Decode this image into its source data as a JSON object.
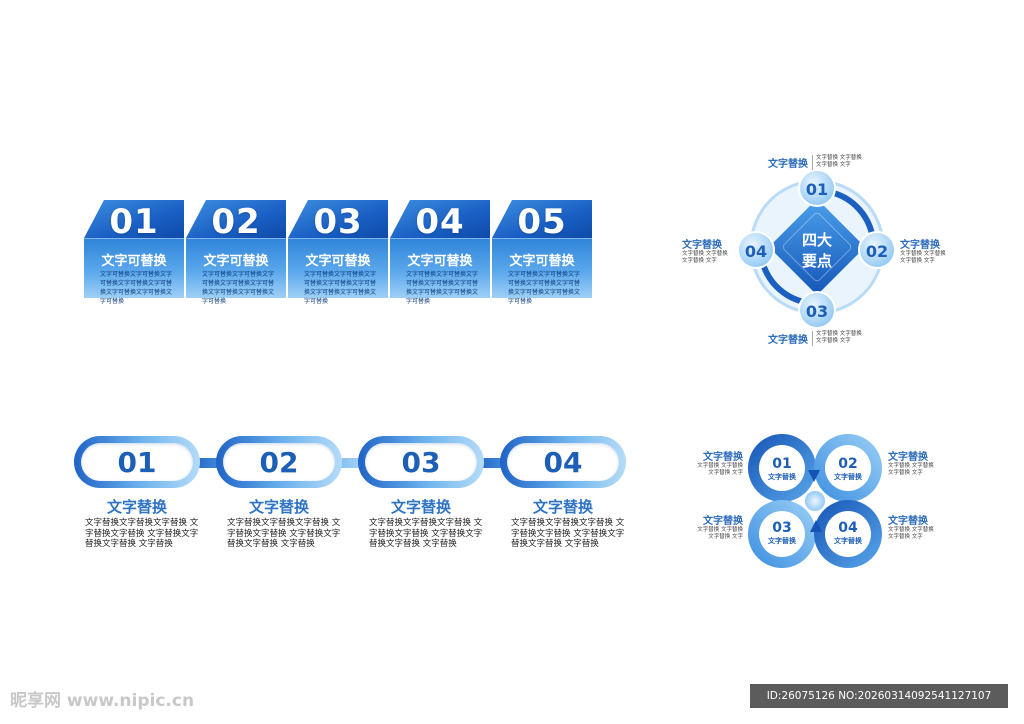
{
  "boxes": [
    {
      "num": "01",
      "title": "文字可替换",
      "desc": "文字可替换文字可替换文字可替换文字可替换文字可替换文字可替换文字可替换文字可替换"
    },
    {
      "num": "02",
      "title": "文字可替换",
      "desc": "文字可替换文字可替换文字可替换文字可替换文字可替换文字可替换文字可替换文字可替换"
    },
    {
      "num": "03",
      "title": "文字可替换",
      "desc": "文字可替换文字可替换文字可替换文字可替换文字可替换文字可替换文字可替换文字可替换"
    },
    {
      "num": "04",
      "title": "文字可替换",
      "desc": "文字可替换文字可替换文字可替换文字可替换文字可替换文字可替换文字可替换文字可替换"
    },
    {
      "num": "05",
      "title": "文字可替换",
      "desc": "文字可替换文字可替换文字可替换文字可替换文字可替换文字可替换文字可替换文字可替换"
    }
  ],
  "diamond": {
    "center_line1": "四大",
    "center_line2": "要点",
    "nodes": [
      {
        "num": "01",
        "title": "文字替换",
        "desc1": "文字替换 文字替换",
        "desc2": "文字替换 文字"
      },
      {
        "num": "02",
        "title": "文字替换",
        "desc1": "文字替换 文字替换",
        "desc2": "文字替换 文字"
      },
      {
        "num": "03",
        "title": "文字替换",
        "desc1": "文字替换 文字替换",
        "desc2": "文字替换 文字"
      },
      {
        "num": "04",
        "title": "文字替换",
        "desc1": "文字替换 文字替换",
        "desc2": "文字替换 文字"
      }
    ]
  },
  "chain": [
    {
      "num": "01",
      "title": "文字替换",
      "desc": "文字替换文字替换文字替换 文字替换文字替换 文字替换文字替换文字替换 文字替换"
    },
    {
      "num": "02",
      "title": "文字替换",
      "desc": "文字替换文字替换文字替换 文字替换文字替换 文字替换文字替换文字替换 文字替换"
    },
    {
      "num": "03",
      "title": "文字替换",
      "desc": "文字替换文字替换文字替换 文字替换文字替换 文字替换文字替换文字替换 文字替换"
    },
    {
      "num": "04",
      "title": "文字替换",
      "desc": "文字替换文字替换文字替换 文字替换文字替换 文字替换文字替换文字替换 文字替换"
    }
  ],
  "clover": {
    "nodes": [
      {
        "num": "01",
        "sub": "文字替换",
        "title": "文字替换",
        "desc1": "文字替换 文字替换",
        "desc2": "文字替换 文字"
      },
      {
        "num": "02",
        "sub": "文字替换",
        "title": "文字替换",
        "desc1": "文字替换 文字替换",
        "desc2": "文字替换 文字"
      },
      {
        "num": "03",
        "sub": "文字替换",
        "title": "文字替换",
        "desc1": "文字替换 文字替换",
        "desc2": "文字替换 文字"
      },
      {
        "num": "04",
        "sub": "文字替换",
        "title": "文字替换",
        "desc1": "文字替换 文字替换",
        "desc2": "文字替换 文字"
      }
    ]
  },
  "footer": {
    "logo": "昵享网 www.nipic.cn",
    "id_text": "ID:26075126 NO:20260314092541127107"
  },
  "colors": {
    "primary": "#1d5fb6",
    "light": "#9fd0f6",
    "accent": "#2e6db8"
  }
}
